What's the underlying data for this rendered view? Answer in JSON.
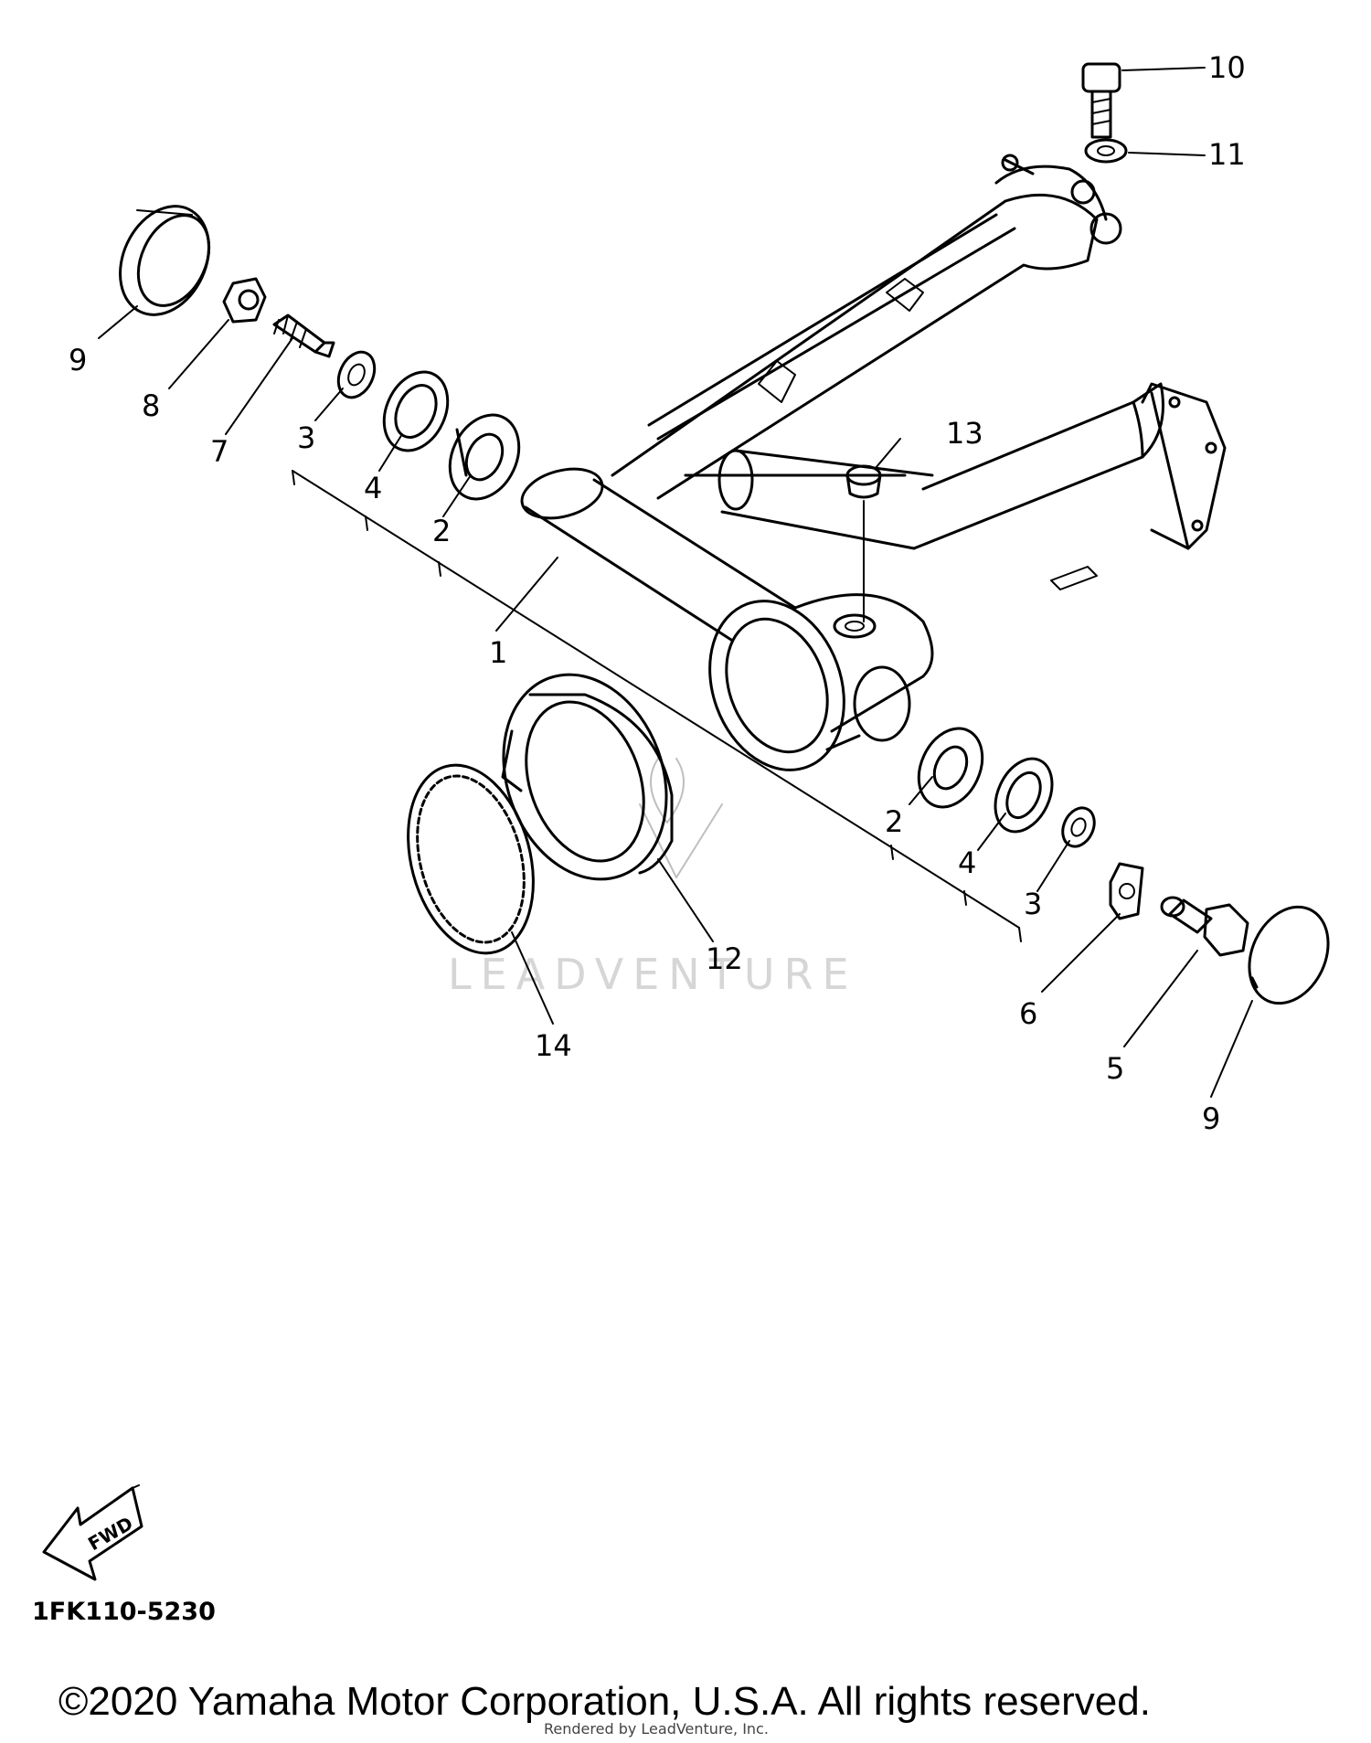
{
  "diagram": {
    "callouts": [
      {
        "number": "10"
      },
      {
        "number": "11"
      },
      {
        "number": "9"
      },
      {
        "number": "8"
      },
      {
        "number": "7"
      },
      {
        "number": "3"
      },
      {
        "number": "4"
      },
      {
        "number": "2"
      },
      {
        "number": "13"
      },
      {
        "number": "1"
      },
      {
        "number": "2"
      },
      {
        "number": "4"
      },
      {
        "number": "3"
      },
      {
        "number": "12"
      },
      {
        "number": "14"
      },
      {
        "number": "6"
      },
      {
        "number": "5"
      },
      {
        "number": "9"
      }
    ],
    "watermark": "LEADVENTURE",
    "fwd_label": "FWD",
    "diagram_code": "1FK110-5230",
    "copyright": "©2020 Yamaha Motor Corporation, U.S.A. All rights reserved.",
    "rendered_by": "Rendered by LeadVenture, Inc."
  }
}
